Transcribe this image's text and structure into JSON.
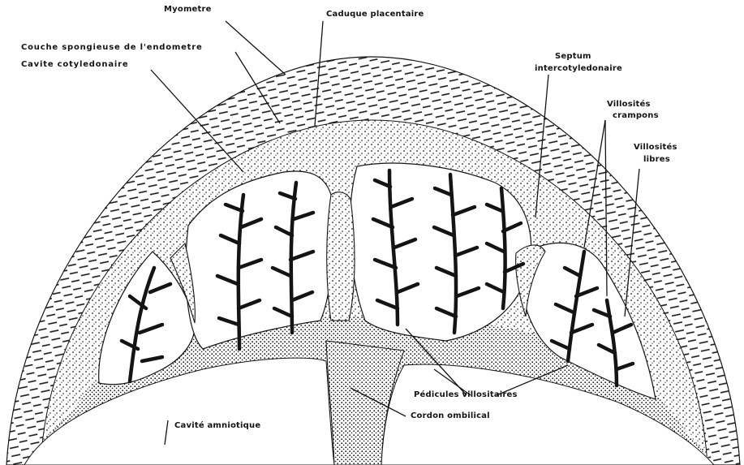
{
  "labels": {
    "myometre": "Myometre",
    "caduque_placentaire": "Caduque placentaire",
    "couche_spongieuse": "Couche spongieuse de l'endometre",
    "cavite_cotyledonaire": "Cavite cotyledonaire",
    "septum_line1": "Septum",
    "septum_line2": "intercotyledonaire",
    "villosites_crampons_line1": "Villosités",
    "villosites_crampons_line2": "crampons",
    "villosites_libres_line1": "Villosités",
    "villosites_libres_line2": "libres",
    "pedicules_villositaires": "Pédicules villositaires",
    "cordon_ombilical": "Cordon ombilical",
    "cavite_amniotique": "Cavité amniotique"
  },
  "colors": {
    "ink": "#141414",
    "paper": "#ffffff"
  }
}
